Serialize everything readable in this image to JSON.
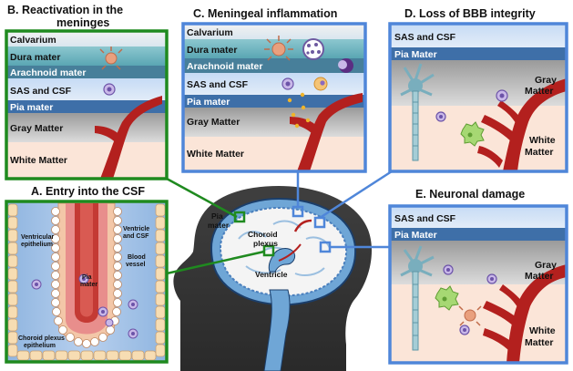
{
  "panels": {
    "b": {
      "title": [
        "B. Reactivation in the",
        "meninges"
      ],
      "layers": [
        "Calvarium",
        "Dura mater",
        "Arachnoid mater",
        "SAS and CSF",
        "Pia mater",
        "Gray Matter",
        "White Matter"
      ]
    },
    "c": {
      "title": "C. Meningeal inflammation",
      "layers": [
        "Calvarium",
        "Dura mater",
        "Arachnoid mater",
        "SAS and CSF",
        "Pia mater",
        "Gray Matter",
        "White Matter"
      ]
    },
    "d": {
      "title": "D. Loss of BBB integrity",
      "layers": [
        "SAS and CSF",
        "Pia Mater"
      ],
      "gray": [
        "Gray",
        "Matter"
      ],
      "white": [
        "White",
        "Matter"
      ]
    },
    "a": {
      "title": "A. Entry into the CSF",
      "labels": {
        "ventricular_epithelium": [
          "Ventricular",
          "epithelium"
        ],
        "ventricle_csf": [
          "Ventricle",
          "and CSF"
        ],
        "pia_mater": [
          "Pia",
          "mater"
        ],
        "blood_vessel": [
          "Blood",
          "vessel"
        ],
        "choroid_epithelium": [
          "Choroid plexus",
          "epithelium"
        ]
      }
    },
    "e": {
      "title": "E. Neuronal damage",
      "layers": [
        "SAS and CSF",
        "Pia Mater"
      ],
      "gray": [
        "Gray",
        "Matter"
      ],
      "white": [
        "White",
        "Matter"
      ]
    }
  },
  "head": {
    "pia_mater": [
      "Pia",
      "mater"
    ],
    "choroid_plexus": [
      "Choroid",
      "plexus"
    ],
    "ventricle": "Ventricle"
  },
  "colors": {
    "green": "#1f8a1f",
    "blue": "#4f86d9",
    "vessel": "#b3201e"
  }
}
